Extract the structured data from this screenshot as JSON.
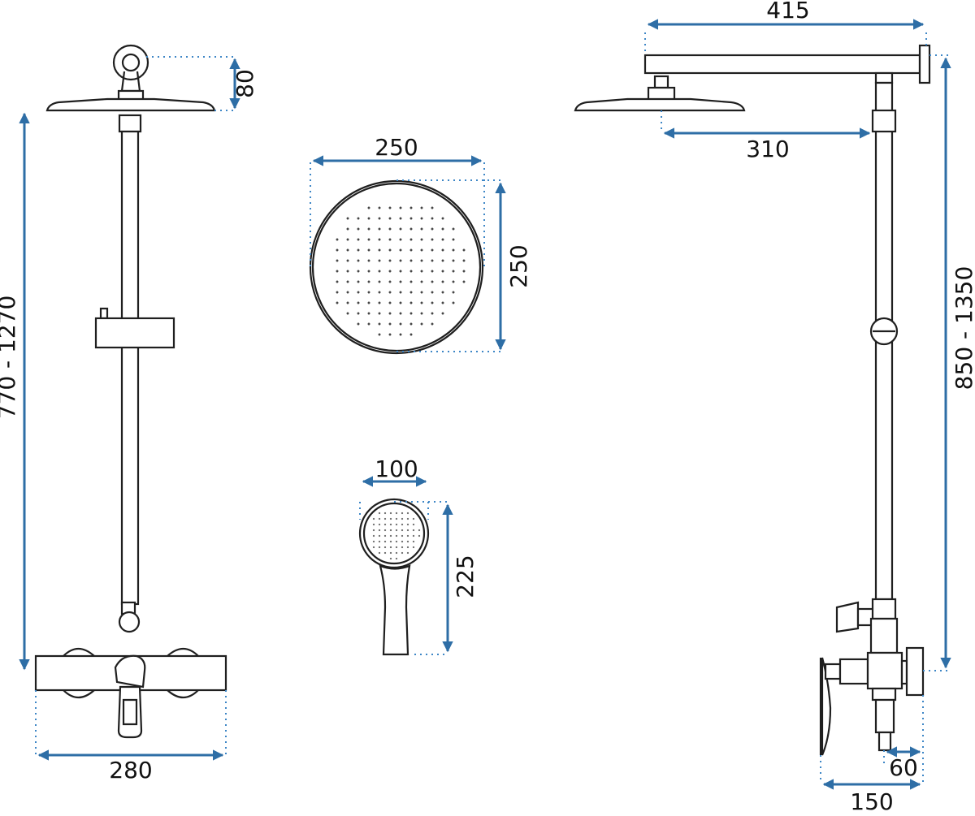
{
  "dimensions": {
    "left_top_height": "80",
    "left_total_height": "770 - 1270",
    "left_base_width": "280",
    "head_width": "250",
    "head_height": "250",
    "hand_width": "100",
    "hand_height": "225",
    "right_arm_length": "415",
    "right_head_offset": "310",
    "right_total_height": "850 - 1350",
    "right_depth_small": "60",
    "right_depth_large": "150"
  },
  "colors": {
    "line": "#1f1f1f",
    "dimension": "#2e6ea6",
    "leader": "#3d86c6"
  }
}
